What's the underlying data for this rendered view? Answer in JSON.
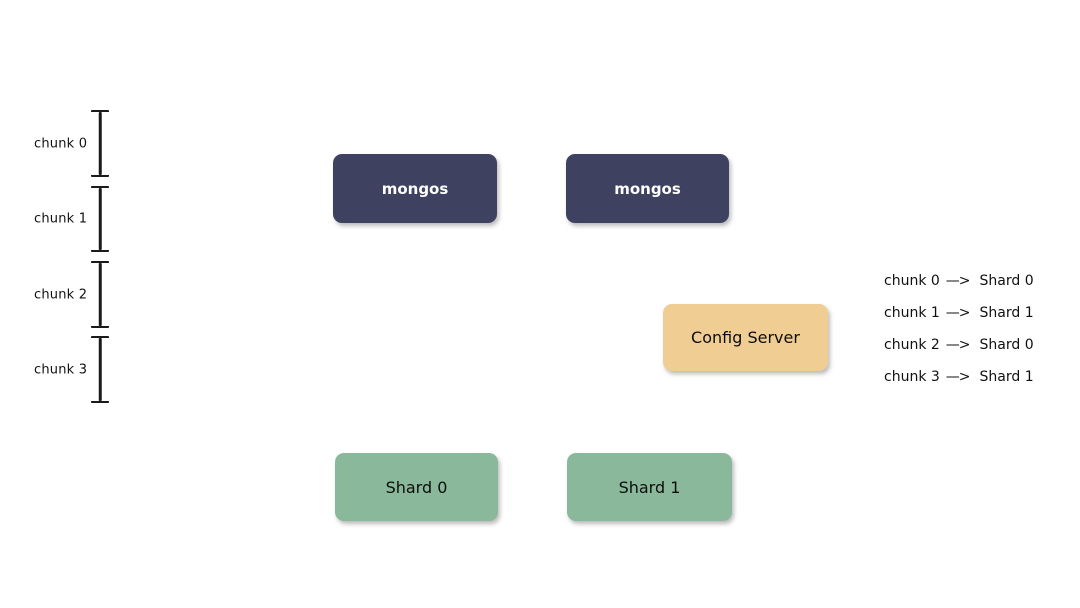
{
  "colors": {
    "mongos_box": "#3e4260",
    "config_box": "#f0cd92",
    "shard_box": "#8ab89b",
    "ink": "#1a1a1a",
    "background": "#ffffff"
  },
  "chunk_scale": {
    "items": [
      {
        "label": "chunk 0"
      },
      {
        "label": "chunk 1"
      },
      {
        "label": "chunk 2"
      },
      {
        "label": "chunk 3"
      }
    ]
  },
  "routers": [
    {
      "label": "mongos"
    },
    {
      "label": "mongos"
    }
  ],
  "config_server": {
    "label": "Config Server"
  },
  "shards": [
    {
      "label": "Shard 0"
    },
    {
      "label": "Shard 1"
    }
  ],
  "mapping": {
    "arrow": "—>",
    "rows": [
      {
        "from": "chunk 0",
        "to": "Shard 0"
      },
      {
        "from": "chunk 1",
        "to": "Shard 1"
      },
      {
        "from": "chunk 2",
        "to": "Shard 0"
      },
      {
        "from": "chunk 3",
        "to": "Shard 1"
      }
    ]
  }
}
